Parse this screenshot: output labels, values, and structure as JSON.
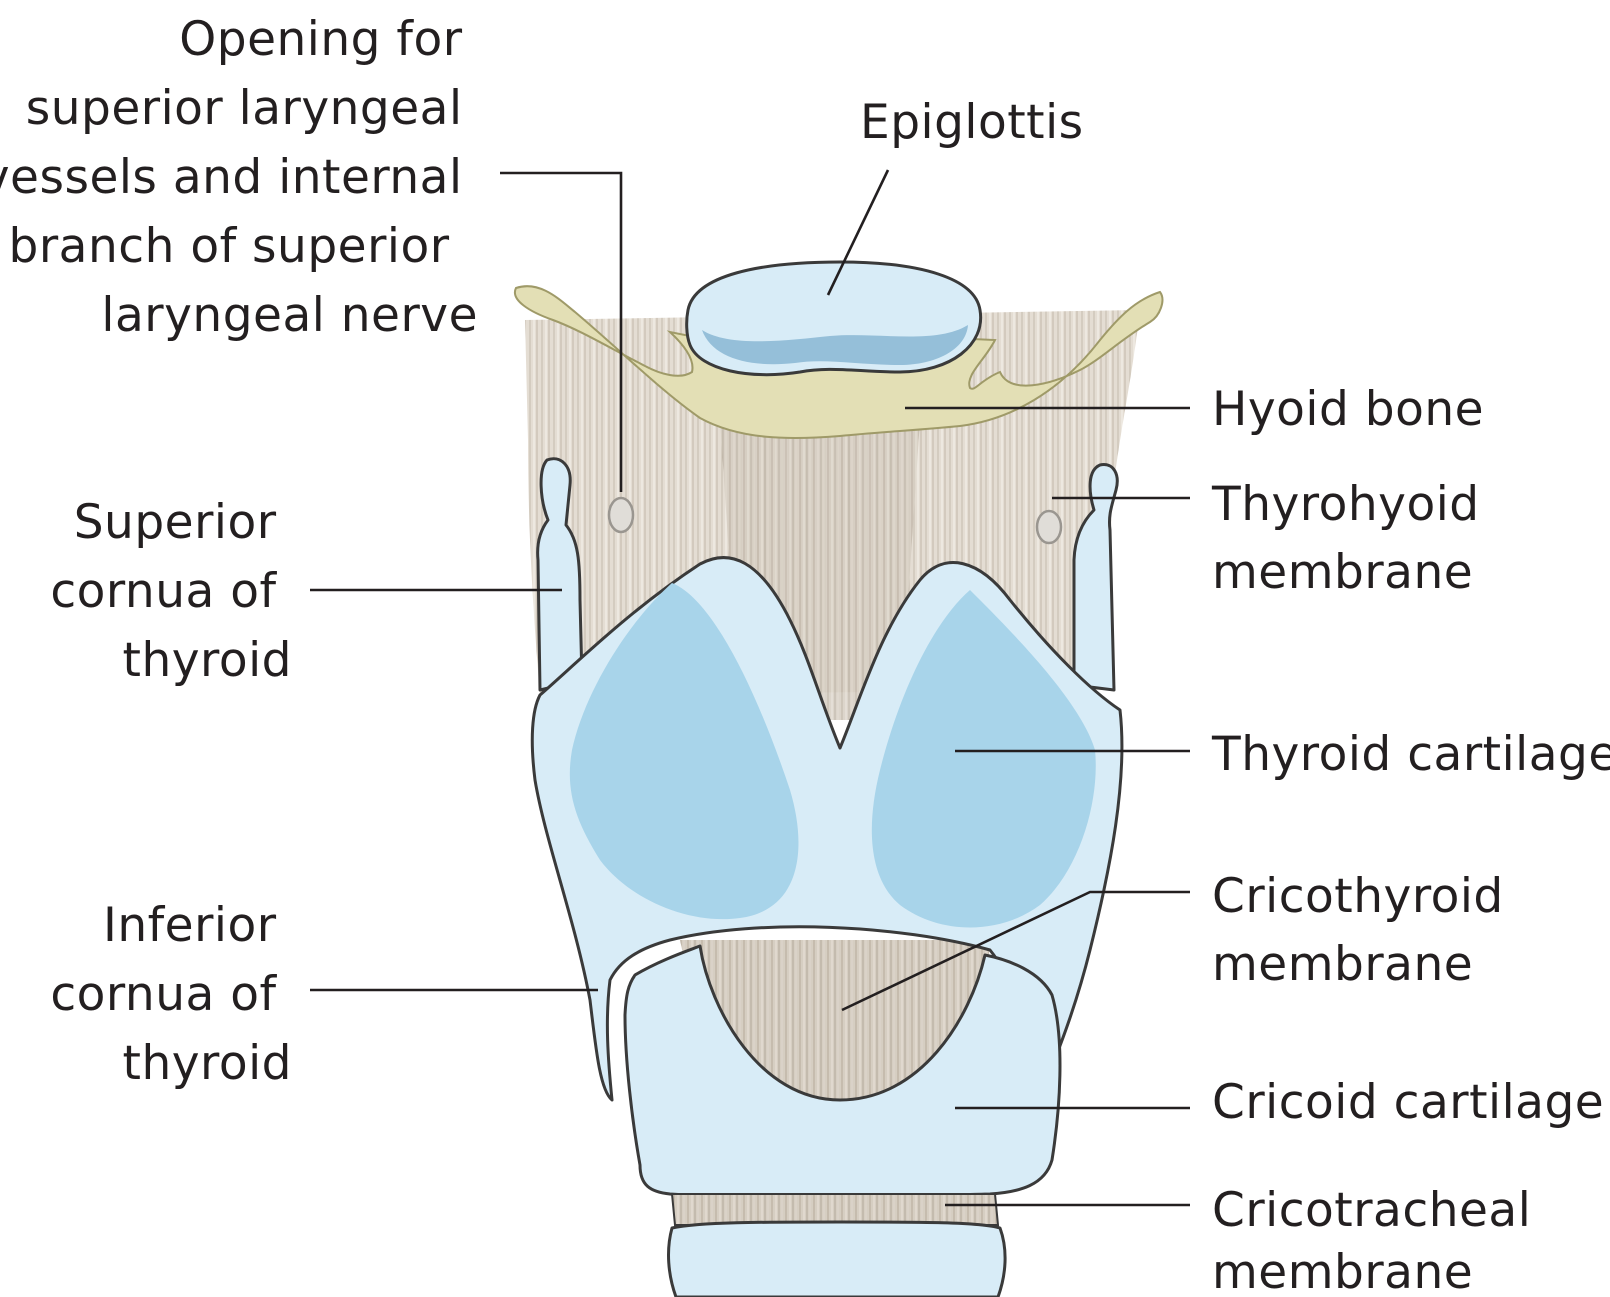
{
  "colors": {
    "background": "#ffffff",
    "membrane": "#d5cdc1",
    "membrane_fiber": "#b8ada0",
    "hyoid": "#e3dfb5",
    "cartilage_light": "#d8ecf7",
    "cartilage_dark": "#a8d4ea",
    "epiglottis_dark": "#7fb0cf",
    "line": "#231f20"
  },
  "labels": {
    "opening": [
      "Opening for",
      "superior laryngeal",
      "vessels and internal",
      "branch of superior",
      "laryngeal nerve"
    ],
    "epiglottis": [
      "Epiglottis"
    ],
    "hyoid": [
      "Hyoid bone"
    ],
    "thyrohyoid": [
      "Thyrohyoid",
      "membrane"
    ],
    "superior_cornua": [
      "Superior",
      "cornua of",
      "thyroid"
    ],
    "thyroid_cartilage": [
      "Thyroid cartilage"
    ],
    "inferior_cornua": [
      "Inferior",
      "cornua of",
      "thyroid"
    ],
    "cricothyroid": [
      "Cricothyroid",
      "membrane"
    ],
    "cricoid": [
      "Cricoid cartilage"
    ],
    "cricotracheal": [
      "Cricotracheal",
      "membrane"
    ]
  }
}
